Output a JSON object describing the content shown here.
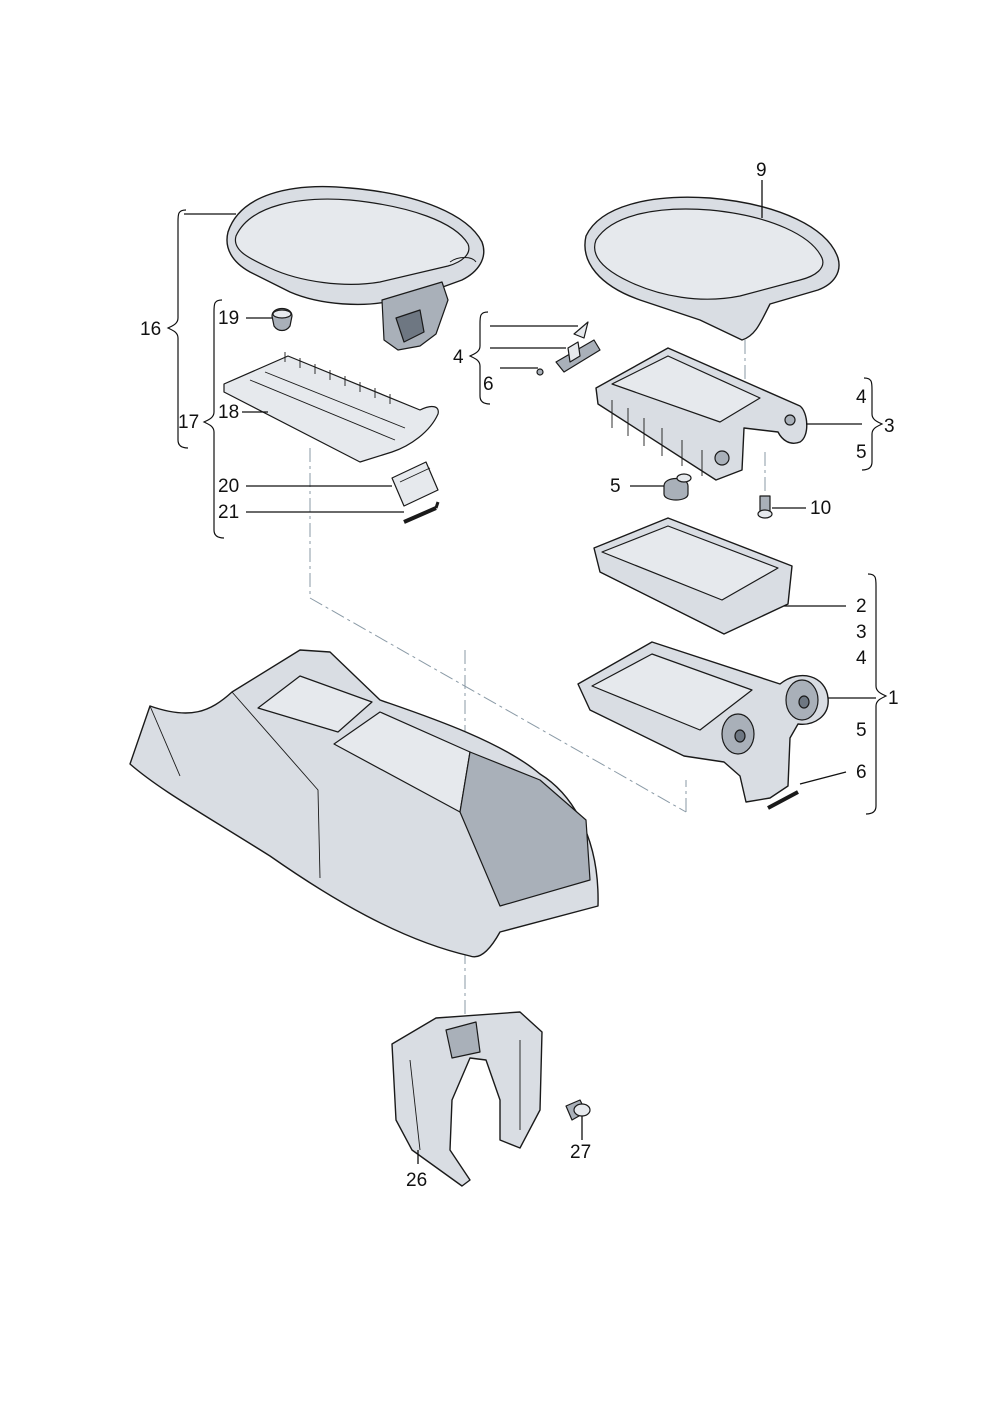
{
  "labels": {
    "l9": "9",
    "l16": "16",
    "l17": "17",
    "l19": "19",
    "l18": "18",
    "l20": "20",
    "l21": "21",
    "l4a": "4",
    "l6a": "6",
    "l4b": "4",
    "l3": "3",
    "l5b": "5",
    "l5a": "5",
    "l10": "10",
    "l2": "2",
    "l3b": "3",
    "l4c": "4",
    "l1": "1",
    "l5c": "5",
    "l6b": "6",
    "l27": "27",
    "l26": "26"
  }
}
